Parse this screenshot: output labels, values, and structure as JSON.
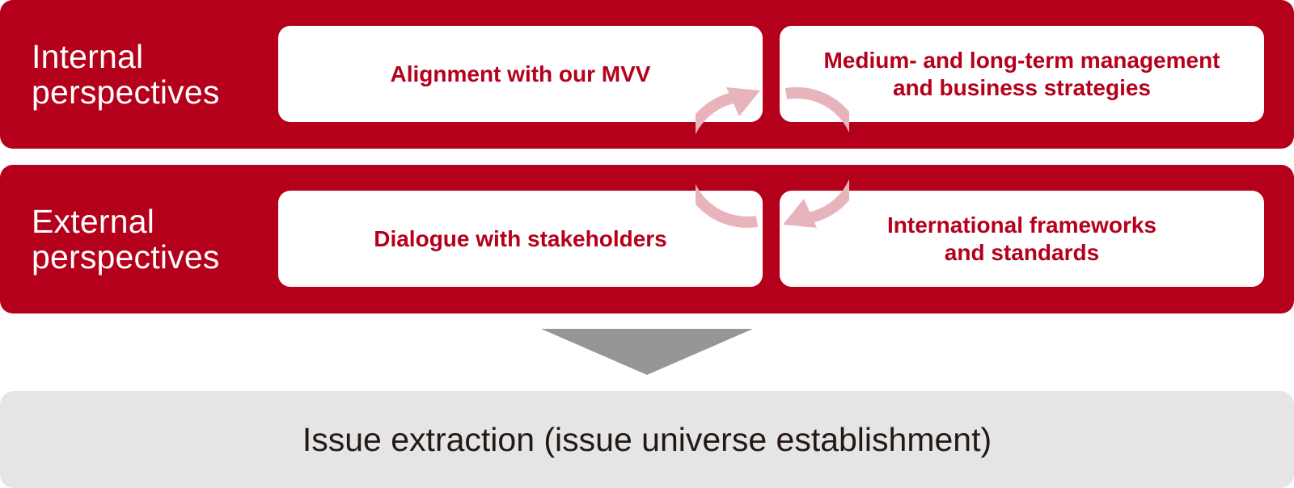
{
  "diagram": {
    "rows": [
      {
        "label_lines": [
          "Internal",
          "perspectives"
        ],
        "cards": [
          {
            "lines": [
              "Alignment with our MVV"
            ]
          },
          {
            "lines": [
              "Medium- and long-term management",
              "and business strategies"
            ]
          }
        ]
      },
      {
        "label_lines": [
          "External",
          "perspectives"
        ],
        "cards": [
          {
            "lines": [
              "Dialogue with stakeholders"
            ]
          },
          {
            "lines": [
              "International frameworks",
              "and standards"
            ]
          }
        ]
      }
    ],
    "cycle_icon": "circular-arrows-icon",
    "flow_icon": "down-arrow-icon",
    "result": {
      "label": "Issue extraction (issue universe establishment)"
    },
    "colors": {
      "band": "#b5001c",
      "card_bg": "#ffffff",
      "card_text": "#b5001c",
      "cycle_arrows": "#e8b4bc",
      "down_arrow": "#969696",
      "result_bg": "#e5e5e5",
      "result_text": "#231815"
    }
  }
}
